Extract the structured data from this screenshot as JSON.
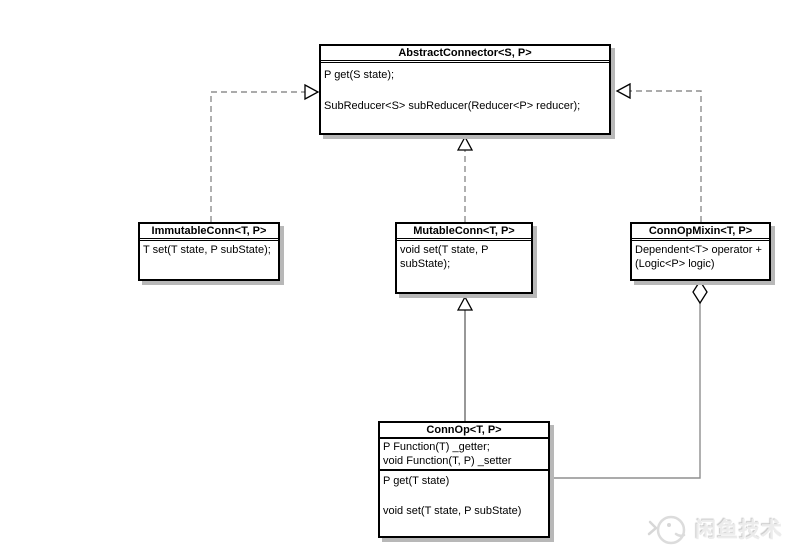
{
  "diagram": {
    "type": "uml-class-diagram",
    "classes": [
      {
        "id": "abstract-connector",
        "title": "AbstractConnector<S, P>",
        "members": [
          "P get(S state);",
          "SubReducer<S> subReducer(Reducer<P> reducer);"
        ]
      },
      {
        "id": "immutable-conn",
        "title": "ImmutableConn<T, P>",
        "members": [
          "T set(T state, P subState);"
        ]
      },
      {
        "id": "mutable-conn",
        "title": "MutableConn<T, P>",
        "members": [
          "void set(T state, P subState);"
        ]
      },
      {
        "id": "conn-op-mixin",
        "title": "ConnOpMixin<T, P>",
        "members": [
          "Dependent<T> operator +(Logic<P> logic)"
        ]
      },
      {
        "id": "conn-op",
        "title": "ConnOp<T, P>",
        "fields": [
          "P Function(T) _getter;",
          "void Function(T, P) _setter"
        ],
        "methods": [
          "P get(T state)",
          "void set(T state, P subState)"
        ]
      }
    ],
    "relations": [
      {
        "type": "realization",
        "from": "ImmutableConn",
        "to": "AbstractConnector",
        "style": "dashed, hollow triangle"
      },
      {
        "type": "realization",
        "from": "MutableConn",
        "to": "AbstractConnector",
        "style": "dashed, hollow triangle"
      },
      {
        "type": "realization",
        "from": "ConnOpMixin",
        "to": "AbstractConnector",
        "style": "dashed, hollow triangle"
      },
      {
        "type": "inheritance",
        "from": "ConnOp",
        "to": "MutableConn",
        "style": "solid, hollow triangle"
      },
      {
        "type": "aggregation",
        "from": "ConnOpMixin",
        "to": "ConnOp",
        "style": "solid, hollow diamond"
      }
    ]
  },
  "watermark": {
    "text": "闲鱼技术",
    "icon": "fish-logo"
  },
  "colors": {
    "background": "#ffffff",
    "box_fill": "#ffffff",
    "box_border": "#000000",
    "box_shadow": "#b8b8b8",
    "dashed_line": "#8f8f8f",
    "solid_line": "#6b6b6b",
    "arrow_fill": "#ffffff",
    "arrow_stroke": "#000000",
    "watermark_gray": "#ececec"
  }
}
